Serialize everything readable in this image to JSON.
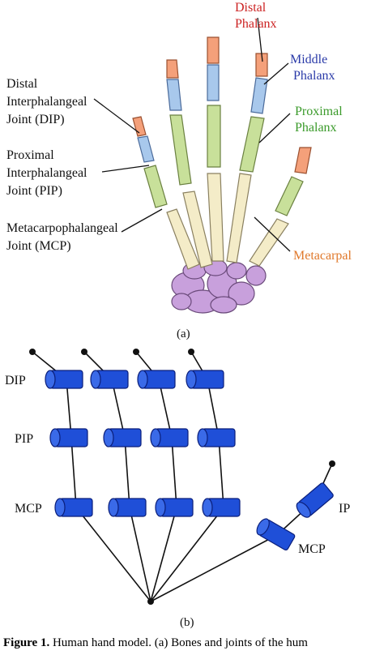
{
  "panel_a": {
    "labels": {
      "distal_phalanx": [
        "Distal",
        "Phalanx"
      ],
      "middle_phalanx": [
        "Middle",
        "Phalanx"
      ],
      "proximal_phalanx": [
        "Proximal",
        "Phalanx"
      ],
      "metacarpal": "Metacarpal",
      "dip": [
        "Distal",
        "Interphalangeal",
        "Joint (DIP)"
      ],
      "pip": [
        "Proximal",
        "Interphalangeal",
        "Joint (PIP)"
      ],
      "mcp": [
        "Metacarpophalangeal",
        "Joint (MCP)"
      ]
    },
    "sublabel": "(a)",
    "colors": {
      "distal": "#f4a07a",
      "middle": "#a8c8ec",
      "proximal": "#c8e09a",
      "metacarpal": "#f4ecc8",
      "carpal": "#c8a0dc",
      "distal_text": "#cc2222",
      "middle_text": "#2a3aa8",
      "proximal_text": "#3a9a2a",
      "metacarpal_text": "#e0782a"
    }
  },
  "panel_b": {
    "labels": {
      "dip": "DIP",
      "pip": "PIP",
      "mcp": "MCP",
      "thumb_ip": "IP",
      "thumb_mcp": "MCP"
    },
    "sublabel": "(b)",
    "colors": {
      "joint": "#1f4fd8",
      "joint_edge": "#0a1e7a"
    }
  },
  "caption": {
    "label": "Figure 1.",
    "text": "Human hand model. (a) Bones and joints of the hum"
  }
}
